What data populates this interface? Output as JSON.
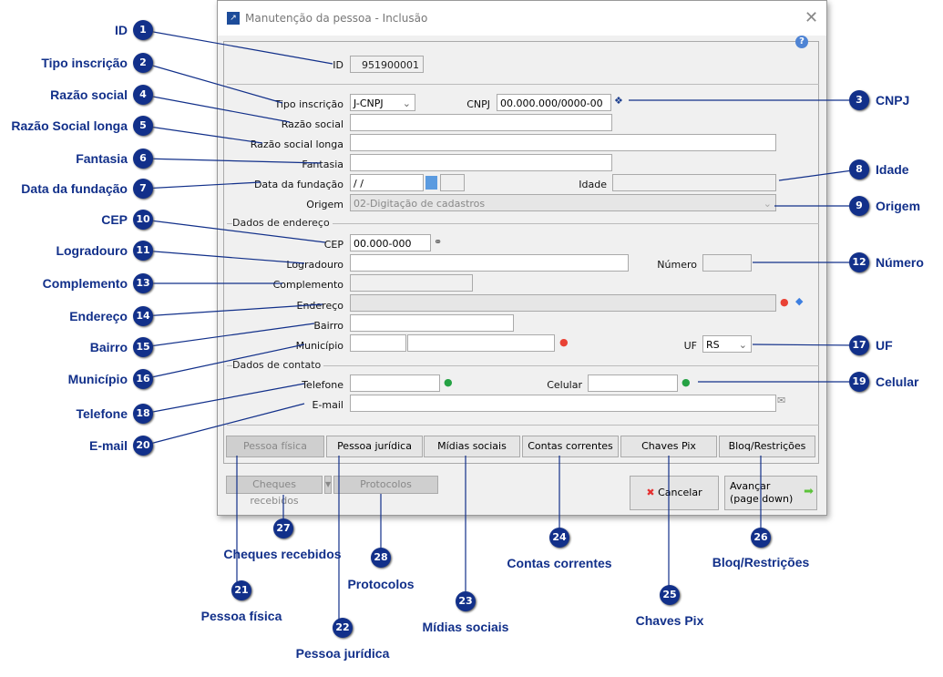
{
  "window": {
    "title": "Manutenção da pessoa - Inclusão",
    "close": "✕",
    "help": "?"
  },
  "form": {
    "id_label": "ID",
    "id_value": "951900001",
    "tipo_label": "Tipo inscrição",
    "tipo_value": "J-CNPJ",
    "cnpj_label": "CNPJ",
    "cnpj_value": "00.000.000/0000-00",
    "razao_label": "Razão social",
    "razao_value": "",
    "razao_longa_label": "Razão social longa",
    "razao_longa_value": "",
    "fantasia_label": "Fantasia",
    "fantasia_value": "",
    "data_label": "Data da fundação",
    "data_value": " /  /",
    "idade_label": "Idade",
    "idade_value": "",
    "origem_label": "Origem",
    "origem_value": "02-Digitação de cadastros",
    "endereco_section": "Dados de endereço",
    "cep_label": "CEP",
    "cep_value": "00.000-000",
    "logradouro_label": "Logradouro",
    "numero_label": "Número",
    "complemento_label": "Complemento",
    "endereco_label": "Endereço",
    "bairro_label": "Bairro",
    "municipio_label": "Município",
    "uf_label": "UF",
    "uf_value": "RS",
    "contato_section": "Dados de contato",
    "telefone_label": "Telefone",
    "celular_label": "Celular",
    "email_label": "E-mail"
  },
  "tabs": [
    "Pessoa física",
    "Pessoa jurídica",
    "Mídias sociais",
    "Contas correntes",
    "Chaves Pix",
    "Bloq/Restrições"
  ],
  "footer": {
    "cheques": "Cheques recebidos",
    "protocolos": "Protocolos",
    "cancelar": "Cancelar",
    "avancar": "Avançar",
    "avancar2": "(page down)"
  },
  "annotations": [
    {
      "n": "1",
      "label": "ID"
    },
    {
      "n": "2",
      "label": "Tipo inscrição"
    },
    {
      "n": "3",
      "label": "CNPJ"
    },
    {
      "n": "4",
      "label": "Razão social"
    },
    {
      "n": "5",
      "label": "Razão Social longa"
    },
    {
      "n": "6",
      "label": "Fantasia"
    },
    {
      "n": "7",
      "label": "Data da fundação"
    },
    {
      "n": "8",
      "label": "Idade"
    },
    {
      "n": "9",
      "label": "Origem"
    },
    {
      "n": "10",
      "label": "CEP"
    },
    {
      "n": "11",
      "label": "Logradouro"
    },
    {
      "n": "12",
      "label": "Número"
    },
    {
      "n": "13",
      "label": "Complemento"
    },
    {
      "n": "14",
      "label": "Endereço"
    },
    {
      "n": "15",
      "label": "Bairro"
    },
    {
      "n": "16",
      "label": "Município"
    },
    {
      "n": "17",
      "label": "UF"
    },
    {
      "n": "18",
      "label": "Telefone"
    },
    {
      "n": "19",
      "label": "Celular"
    },
    {
      "n": "20",
      "label": "E-mail"
    },
    {
      "n": "21",
      "label": "Pessoa física"
    },
    {
      "n": "22",
      "label": "Pessoa jurídica"
    },
    {
      "n": "23",
      "label": "Mídias sociais"
    },
    {
      "n": "24",
      "label": "Contas correntes"
    },
    {
      "n": "25",
      "label": "Chaves Pix"
    },
    {
      "n": "26",
      "label": "Bloq/Restrições"
    },
    {
      "n": "27",
      "label": "Cheques recebidos"
    },
    {
      "n": "28",
      "label": "Protocolos"
    }
  ],
  "colors": {
    "annotation": "#12308a",
    "whatsapp": "#25a244",
    "maps": "#e94235"
  }
}
